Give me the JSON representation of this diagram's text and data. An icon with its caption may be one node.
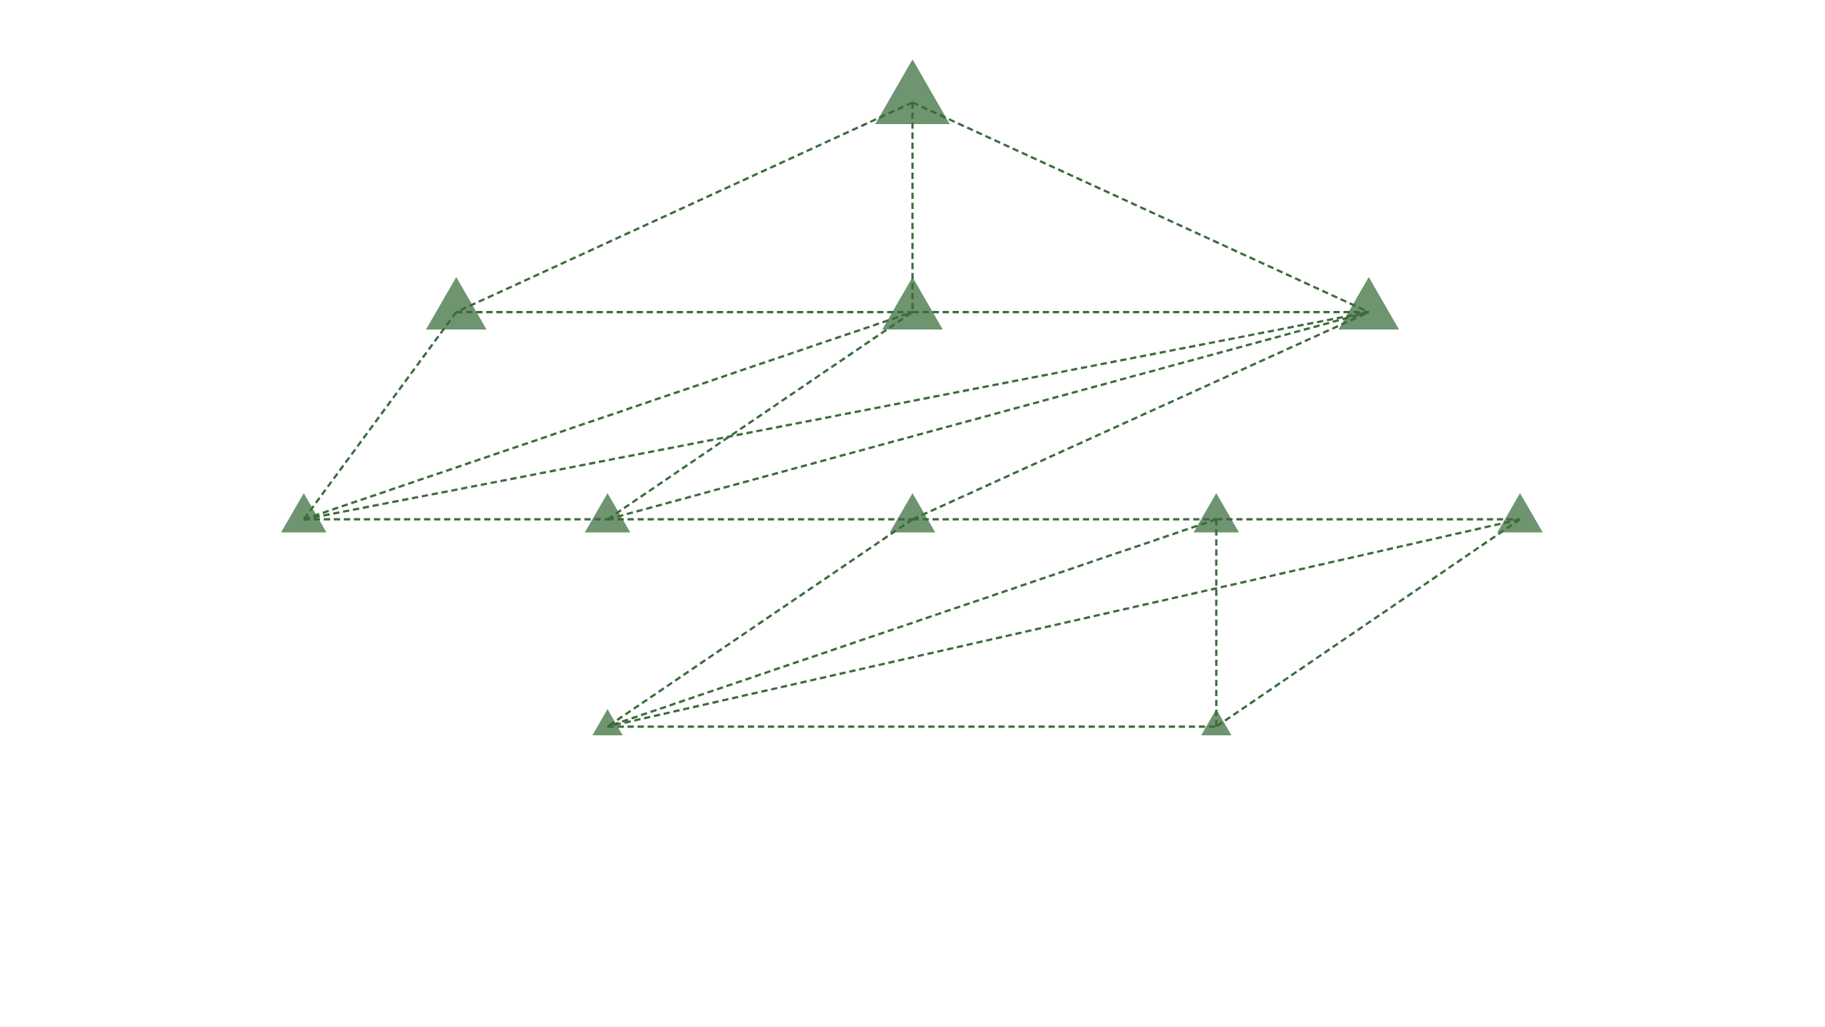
{
  "diagram": {
    "nodes": [
      {
        "text": [],
        "shape": "triangle"
      },
      {
        "text": [],
        "shape": "triangle"
      },
      {
        "text": [],
        "shape": "triangle"
      },
      {
        "text": [],
        "shape": "triangle"
      },
      {
        "text": [],
        "shape": "triangle"
      },
      {
        "text": [],
        "shape": "triangle"
      },
      {
        "text": [],
        "shape": "triangle"
      },
      {
        "text": [],
        "shape": "triangle"
      },
      {
        "text": [],
        "shape": "triangle"
      },
      {
        "text": [],
        "shape": "triangle"
      },
      {
        "text": [],
        "shape": "triangle"
      }
    ],
    "edges": [
      {
        "from": 0,
        "to": 1,
        "arrow": "none",
        "style": "dashed"
      },
      {
        "from": 0,
        "to": 2,
        "arrow": "none",
        "style": "dashed"
      },
      {
        "from": 0,
        "to": 3,
        "arrow": "none",
        "style": "dashed"
      },
      {
        "from": 1,
        "to": 2,
        "arrow": "none",
        "style": "dashed"
      },
      {
        "from": 2,
        "to": 3,
        "arrow": "none",
        "style": "dashed"
      },
      {
        "from": 1,
        "to": 4,
        "arrow": "none",
        "style": "dashed"
      },
      {
        "from": 4,
        "to": 2,
        "arrow": "none",
        "style": "dashed"
      },
      {
        "from": 4,
        "to": 3,
        "arrow": "none",
        "style": "dashed"
      },
      {
        "from": 5,
        "to": 2,
        "arrow": "none",
        "style": "dashed"
      },
      {
        "from": 5,
        "to": 3,
        "arrow": "none",
        "style": "dashed"
      },
      {
        "from": 6,
        "to": 3,
        "arrow": "none",
        "style": "dashed"
      },
      {
        "from": 4,
        "to": 5,
        "arrow": "none",
        "style": "dashed"
      },
      {
        "from": 5,
        "to": 6,
        "arrow": "none",
        "style": "dashed"
      },
      {
        "from": 6,
        "to": 7,
        "arrow": "none",
        "style": "dashed"
      },
      {
        "from": 7,
        "to": 8,
        "arrow": "none",
        "style": "dashed"
      },
      {
        "from": 6,
        "to": 9,
        "arrow": "none",
        "style": "dashed"
      },
      {
        "from": 7,
        "to": 9,
        "arrow": "none",
        "style": "dashed"
      },
      {
        "from": 8,
        "to": 9,
        "arrow": "none",
        "style": "dashed"
      },
      {
        "from": 7,
        "to": 10,
        "arrow": "none",
        "style": "dashed"
      },
      {
        "from": 8,
        "to": 10,
        "arrow": "none",
        "style": "dashed"
      },
      {
        "from": 9,
        "to": 10,
        "arrow": "none",
        "style": "dashed"
      }
    ]
  }
}
